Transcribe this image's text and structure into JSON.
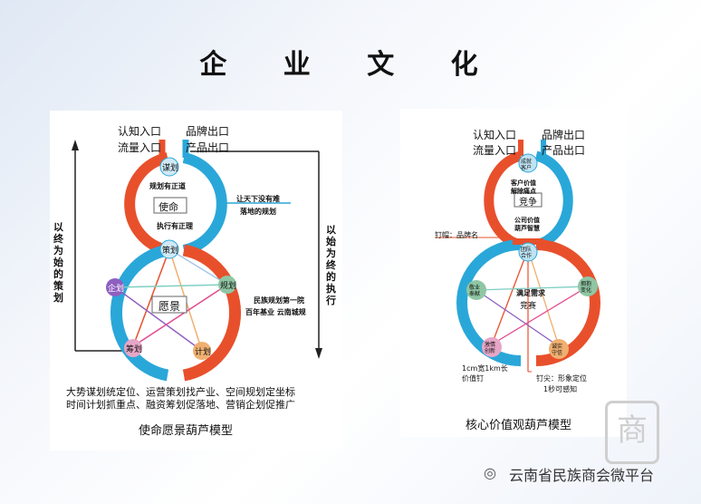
{
  "page_title": "企 业 文 化",
  "left": {
    "entry1": "认知入口",
    "exit1": "品牌出口",
    "entry2": "流量入口",
    "exit2": "产品出口",
    "node_top": "谋划",
    "node_mid": "策划",
    "node_left": "企划",
    "node_right": "规划",
    "node_bl": "筹划",
    "node_br": "计划",
    "mission": "使命",
    "vision": "愿景",
    "plan_right": "规划有正道",
    "exec_right": "执行有正理",
    "slogan1": "让天下没有难",
    "slogan2": "落地的规划",
    "brand1": "民族规划第一院",
    "brand2": "百年基业 云南城规",
    "side_left": "以终为始的策划",
    "side_right": "以始为终的执行",
    "desc1": "大势谋划统定位、运营策划找产业、空间规划定坐标",
    "desc2": "时间计划抓重点、融资筹划促落地、营销企划促推广",
    "caption": "使命愿景葫芦模型"
  },
  "right": {
    "entry1": "认知入口",
    "exit1": "品牌出口",
    "entry2": "流量入口",
    "exit2": "产品出口",
    "node_top": "成就客户",
    "node_mid": "团队合作",
    "node_left": "敬业奉献",
    "node_right": "拥抱变化",
    "node_bl": "激情创新",
    "node_br": "诚实守信",
    "value1": "客户价值",
    "value2": "解除痛点",
    "compete": "竞争",
    "wisdom1": "公司价值",
    "wisdom2": "葫芦智慧",
    "nail_cap": "钉帽：品牌名",
    "need": "满足需求",
    "race": "竞赛",
    "nail1": "1cm宽1km长",
    "nail2": "价值钉",
    "tip1": "钉尖：形象定位",
    "tip2": "1秒可感知",
    "caption": "核心价值观葫芦模型"
  },
  "watermark": {
    "glyph": "商",
    "text": "云南省民族商会微平台"
  },
  "colors": {
    "orange": "#e8502c",
    "blue": "#2aa7d9"
  }
}
